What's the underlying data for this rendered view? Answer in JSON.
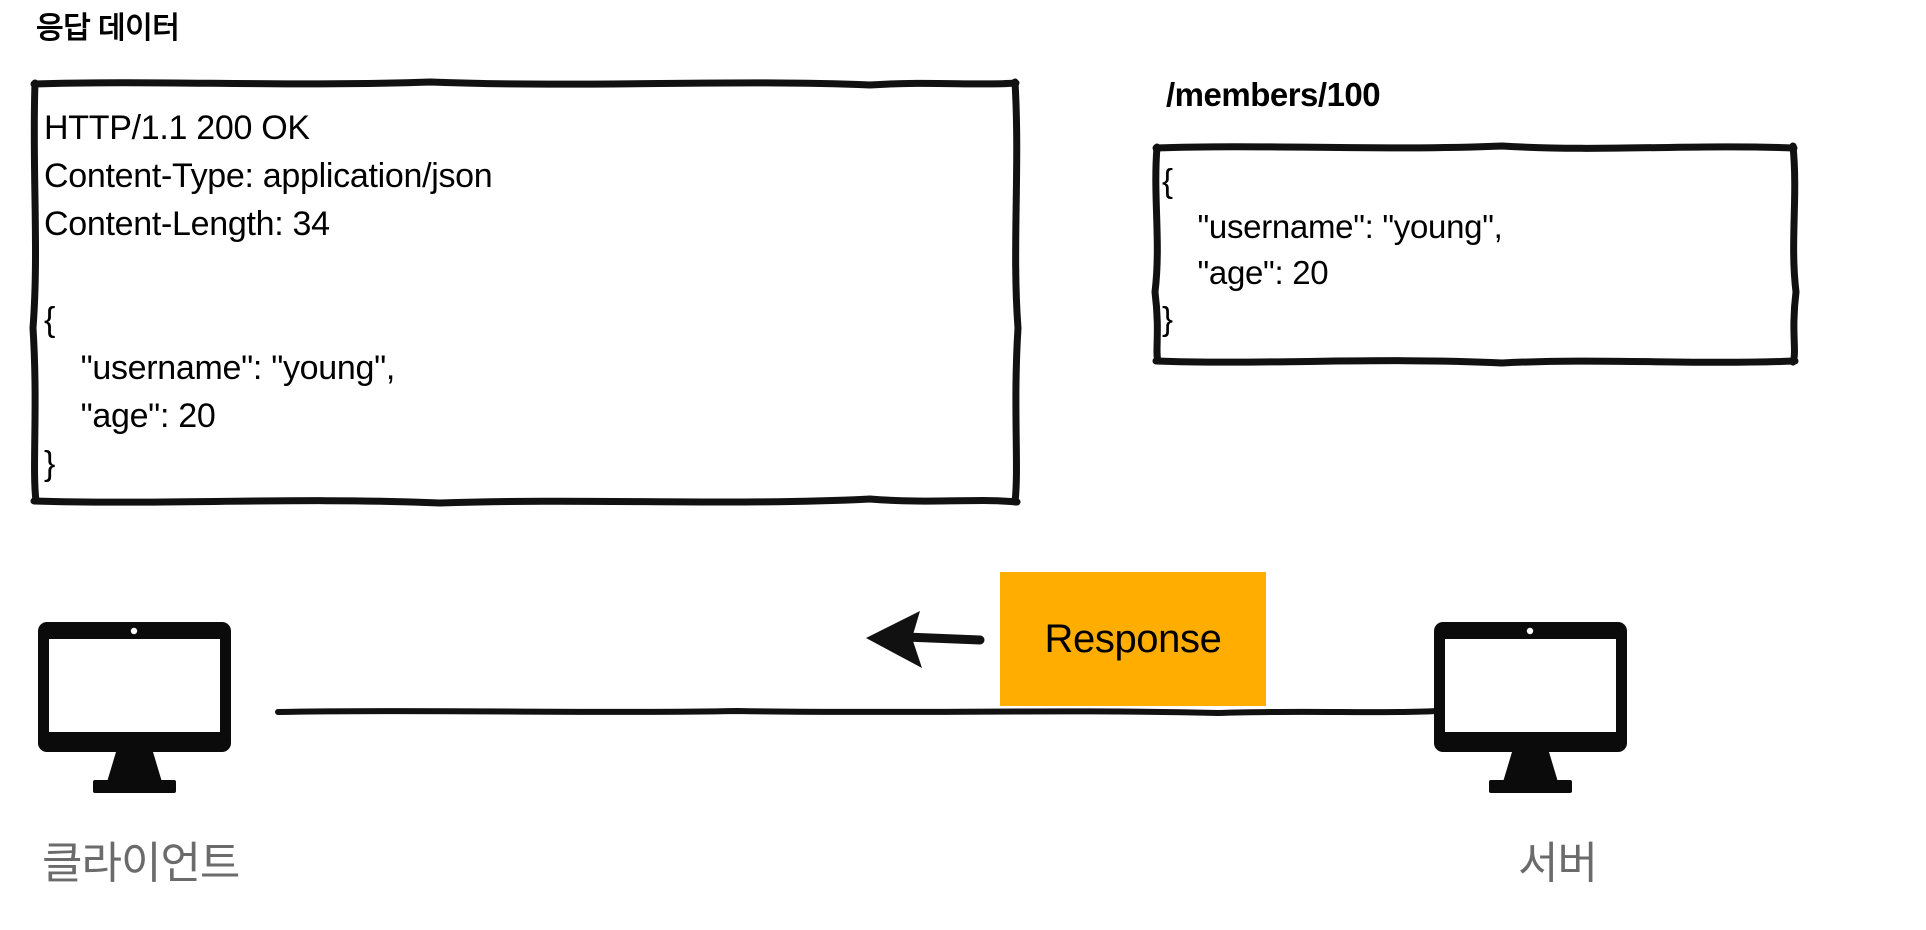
{
  "page": {
    "background": "#ffffff",
    "ink": "#000000",
    "muted_ink": "#6b6b6b",
    "accent": "#ffae00"
  },
  "response_section": {
    "heading": "응답 데이터",
    "box": {
      "name": "response-message-box",
      "lines": [
        "HTTP/1.1 200 OK",
        "Content-Type: application/json",
        "Content-Length: 34",
        "",
        "{",
        "    \"username\": \"young\",",
        "    \"age\": 20",
        "}"
      ]
    }
  },
  "payload_section": {
    "path_label": "/members/100",
    "box": {
      "name": "response-body-box",
      "lines": [
        "{",
        "    \"username\": \"young\",",
        "    \"age\": 20",
        "}"
      ]
    }
  },
  "network": {
    "badge_label": "Response",
    "badge_color": "#ffae00",
    "arrow_direction": "left",
    "client": {
      "label": "클라이언트",
      "icon": "desktop-computer-icon"
    },
    "server": {
      "label": "서버",
      "icon": "desktop-computer-icon"
    }
  }
}
